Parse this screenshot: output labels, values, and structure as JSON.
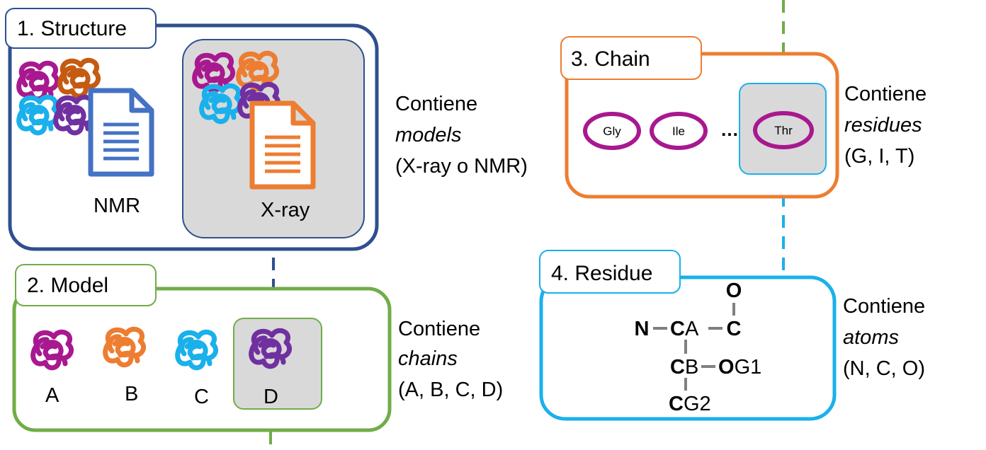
{
  "colors": {
    "structure": "#2f4f8f",
    "model": "#70ad47",
    "chain": "#ed7d31",
    "residue": "#1ab0ec",
    "gray_fill": "#d9d9d9",
    "chain_a": "#a8188f",
    "chain_b": "#ed7d31",
    "chain_c": "#1ab0ec",
    "chain_d": "#7030a0",
    "doc_nmr": "#4472c4",
    "doc_xray": "#ed7d31",
    "bond": "#808080"
  },
  "structure": {
    "title": "1. Structure",
    "nmr_label": "NMR",
    "xray_label": "X-ray",
    "desc_line1": "Contiene",
    "desc_line2": "models",
    "desc_line3": "(X-ray o NMR)"
  },
  "model": {
    "title": "2. Model",
    "chains": [
      "A",
      "B",
      "C",
      "D"
    ],
    "desc_line1": "Contiene",
    "desc_line2": "chains",
    "desc_line3": "(A, B, C, D)"
  },
  "chain": {
    "title": "3. Chain",
    "residues": [
      "Gly",
      "Ile",
      "Thr"
    ],
    "ellipsis": "…",
    "desc_line1": "Contiene",
    "desc_line2": "residues",
    "desc_line3": "(G, I, T)"
  },
  "residue": {
    "title": "4. Residue",
    "atoms": {
      "n": "N",
      "ca_bold": "C",
      "ca_rest": "A",
      "c": "C",
      "o": "O",
      "cb_bold": "C",
      "cb_rest": "B",
      "og1_bold": "O",
      "og1_rest": "G1",
      "cg2_bold": "C",
      "cg2_rest": "G2"
    },
    "desc_line1": "Contiene",
    "desc_line2": "atoms",
    "desc_line3": "(N, C, O)"
  }
}
